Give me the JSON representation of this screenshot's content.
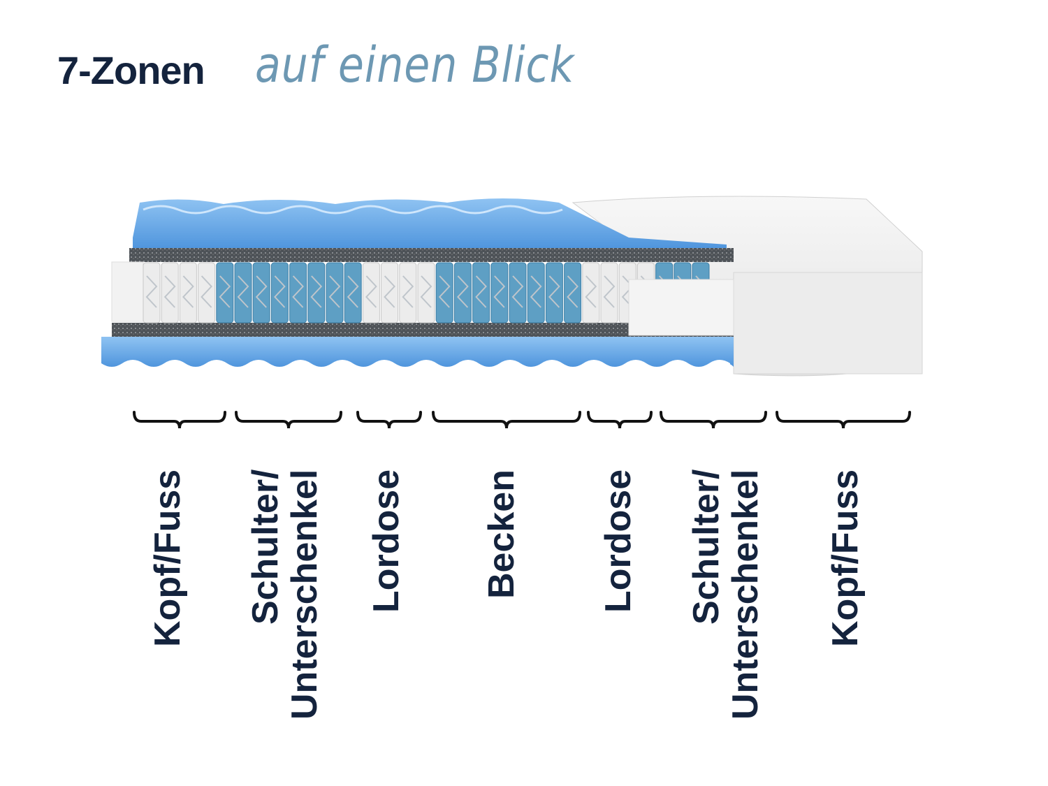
{
  "header": {
    "title": "7-Zonen",
    "subtitle": "auf einen Blick"
  },
  "colors": {
    "title": "#14233d",
    "subtitle": "#6d98b3",
    "foam": "#5fa3e6",
    "spring_blue": "#5e9fc4",
    "felt": "#555a60"
  },
  "zones": [
    {
      "lines": [
        "Kopf/Fuss"
      ]
    },
    {
      "lines": [
        "Schulter/",
        "Unterschenkel"
      ]
    },
    {
      "lines": [
        "Lordose"
      ]
    },
    {
      "lines": [
        "Becken"
      ]
    },
    {
      "lines": [
        "Lordose"
      ]
    },
    {
      "lines": [
        "Schulter/",
        "Unterschenkel"
      ]
    },
    {
      "lines": [
        "Kopf/Fuss"
      ]
    }
  ]
}
